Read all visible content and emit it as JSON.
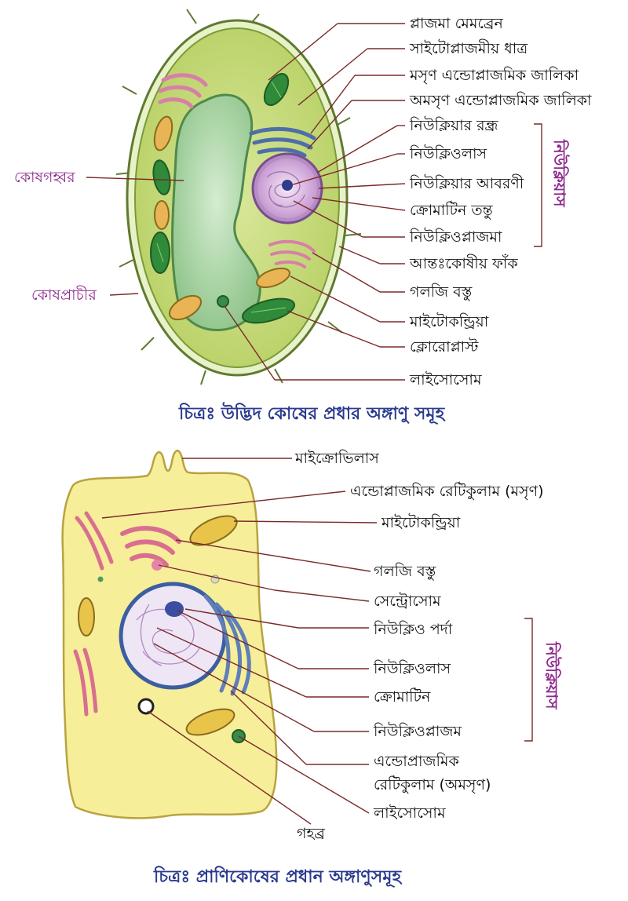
{
  "plant_cell": {
    "labels": {
      "plasma_membrane": "প্লাজমা মেমব্রেন",
      "cytoplasmic_matrix": "সাইটোপ্লাজমীয় ধাত্র",
      "smooth_er": "মসৃণ এন্ডোপ্লাজমিক জালিকা",
      "rough_er": "অমসৃণ এন্ডোপ্লাজমিক জালিকা",
      "nuclear_pore": "নিউক্লিয়ার রন্ধ্র",
      "nucleolus": "নিউক্লিওলাস",
      "nuclear_envelope": "নিউক্লিয়ার আবরণী",
      "chromatin": "ক্রোমাটিন তন্তু",
      "nucleoplasm": "নিউক্লিওপ্লাজমা",
      "intercellular_space": "আন্তঃকোষীয় ফাঁক",
      "golgi": "গলজি বস্তু",
      "mitochondria": "মাইটোকন্ড্রিয়া",
      "chloroplast": "ক্লোরোপ্লাস্ট",
      "lysosome": "লাইসোসোম",
      "vacuole": "কোষগহ্বর",
      "cell_wall": "কোষপ্রাচীর",
      "nucleus_group": "নিউক্লিয়াস"
    },
    "caption": "চিত্রঃ উদ্ভিদ কোষের প্রধার অঙ্গাণু সমূহ"
  },
  "animal_cell": {
    "labels": {
      "microvilli": "মাইক্রোভিলাস",
      "smooth_er": "এন্ডোপ্লাজমিক রেটিকুলাম (মসৃণ)",
      "mitochondria": "মাইটোকন্ড্রিয়া",
      "golgi": "গলজি বস্তু",
      "centrosome": "সেন্ট্রোসোম",
      "nuclear_membrane": "নিউক্লিও পর্দা",
      "nucleolus": "নিউক্লিওলাস",
      "chromatin": "ক্রোমাটিন",
      "nucleoplasm": "নিউক্লিওপ্লাজম",
      "rough_er_line1": "এন্ডোপ্রাজমিক",
      "rough_er_line2": "রেটিকুলাম (অমসৃণ)",
      "lysosome": "লাইসোসোম",
      "vacuole": "গহব্র",
      "nucleus_group": "নিউক্লিয়াস"
    },
    "caption": "চিত্রঃ প্রাণিকোষের প্রধান অঙ্গাণুসমূহ"
  },
  "colors": {
    "cell_fill": "#c8dc7a",
    "wall_outer": "#a8c460",
    "vacuole": "#b5d9ae",
    "chloroplast": "#2f8a3a",
    "mitochondria": "#e8b455",
    "golgi": "#6f8fb8",
    "er_pink": "#e59ab8",
    "nucleus": "#e4c7ea",
    "animal_cell_fill": "#f7ee9a",
    "leader_line": "#7a2a2a",
    "label_purple": "#8e2a8e",
    "caption_blue": "#2b3a8f"
  }
}
